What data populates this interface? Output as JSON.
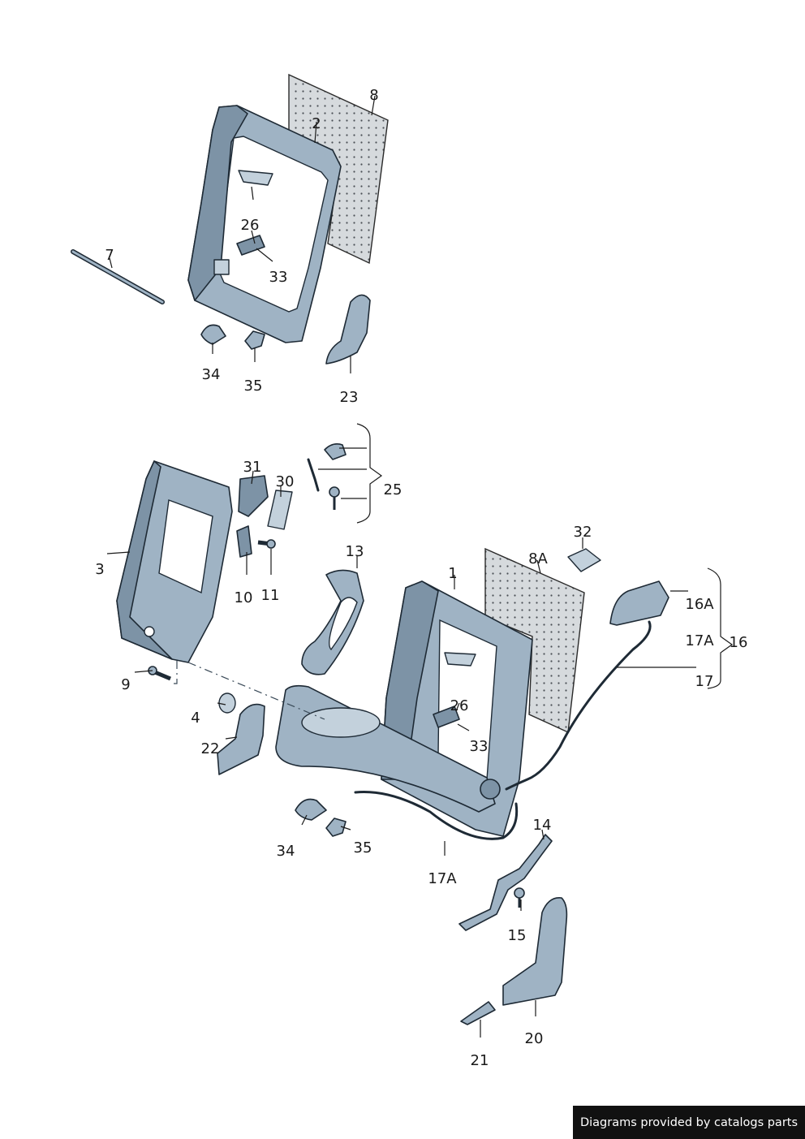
{
  "labels": [
    {
      "id": "8",
      "text": "8"
    },
    {
      "id": "2",
      "text": "2"
    },
    {
      "id": "26a",
      "text": "26"
    },
    {
      "id": "7",
      "text": "7"
    },
    {
      "id": "33a",
      "text": "33"
    },
    {
      "id": "34a",
      "text": "34"
    },
    {
      "id": "35a",
      "text": "35"
    },
    {
      "id": "23",
      "text": "23"
    },
    {
      "id": "31",
      "text": "31"
    },
    {
      "id": "30",
      "text": "30"
    },
    {
      "id": "25",
      "text": "25"
    },
    {
      "id": "3",
      "text": "3"
    },
    {
      "id": "10",
      "text": "10"
    },
    {
      "id": "11",
      "text": "11"
    },
    {
      "id": "13",
      "text": "13"
    },
    {
      "id": "32",
      "text": "32"
    },
    {
      "id": "8A",
      "text": "8A"
    },
    {
      "id": "1",
      "text": "1"
    },
    {
      "id": "16A",
      "text": "16A"
    },
    {
      "id": "17A_r",
      "text": "17A"
    },
    {
      "id": "16",
      "text": "16"
    },
    {
      "id": "17",
      "text": "17"
    },
    {
      "id": "9",
      "text": "9"
    },
    {
      "id": "26b",
      "text": "26"
    },
    {
      "id": "4",
      "text": "4"
    },
    {
      "id": "33b",
      "text": "33"
    },
    {
      "id": "22",
      "text": "22"
    },
    {
      "id": "34b",
      "text": "34"
    },
    {
      "id": "35b",
      "text": "35"
    },
    {
      "id": "14",
      "text": "14"
    },
    {
      "id": "17A_b",
      "text": "17A"
    },
    {
      "id": "15",
      "text": "15"
    },
    {
      "id": "20",
      "text": "20"
    },
    {
      "id": "21",
      "text": "21"
    }
  ],
  "footer": {
    "text": "Diagrams provided by catalogs parts"
  }
}
